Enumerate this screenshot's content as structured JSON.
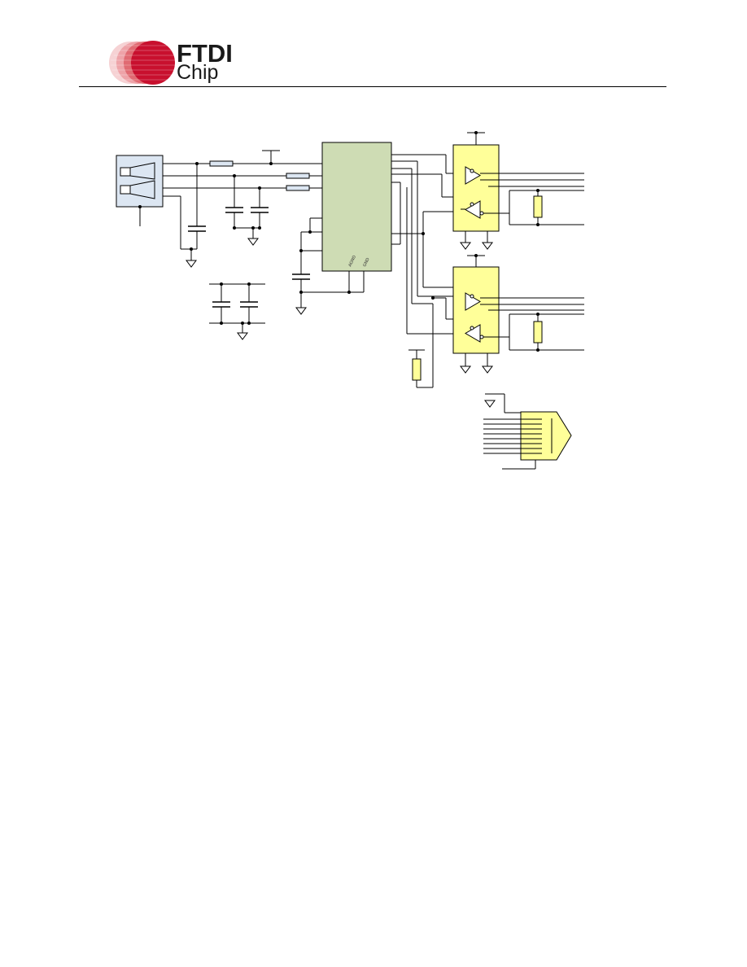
{
  "header": {
    "brand_line1": "FTDI",
    "brand_line2": "Chip"
  },
  "ic": {
    "pin_agnd": "AGND",
    "pin_gnd": "GND"
  },
  "colors": {
    "logo_red": "#c8102e",
    "ic_body": "#cedcb4",
    "transceiver_body": "#ffff99",
    "usb_body": "#dce6f2",
    "connector_body": "#ffff99"
  }
}
